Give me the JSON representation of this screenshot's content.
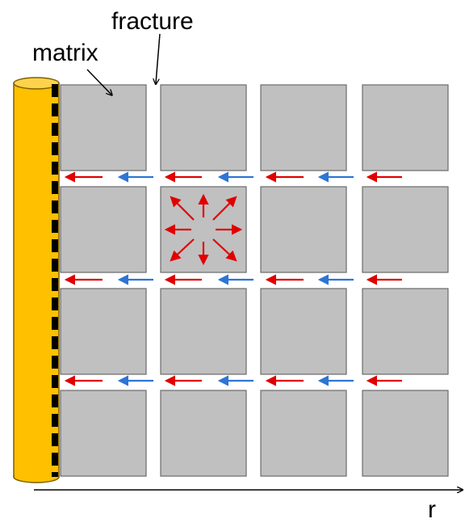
{
  "labels": {
    "fracture": "fracture",
    "matrix": "matrix",
    "axis": "r"
  },
  "grid": {
    "rows": 4,
    "cols": 4,
    "source_block": [
      1,
      1
    ]
  },
  "colors": {
    "background": "#ffffff",
    "block_fill": "#c0c0c0",
    "block_stroke": "#6b6b6b",
    "wellbore_fill": "#ffc000",
    "wellbore_stroke": "#7f6000",
    "perforation": "#000000",
    "matrix_flow_arrow": "#e00000",
    "fracture_flow_arrow": "#2e75d4",
    "axis": "#000000"
  },
  "icons": {
    "wellbore": "vertical-cylinder",
    "perforations": "dashed-line",
    "matrix_flow": "red-arrow",
    "fracture_flow": "blue-arrow",
    "axis": "right-arrow"
  }
}
